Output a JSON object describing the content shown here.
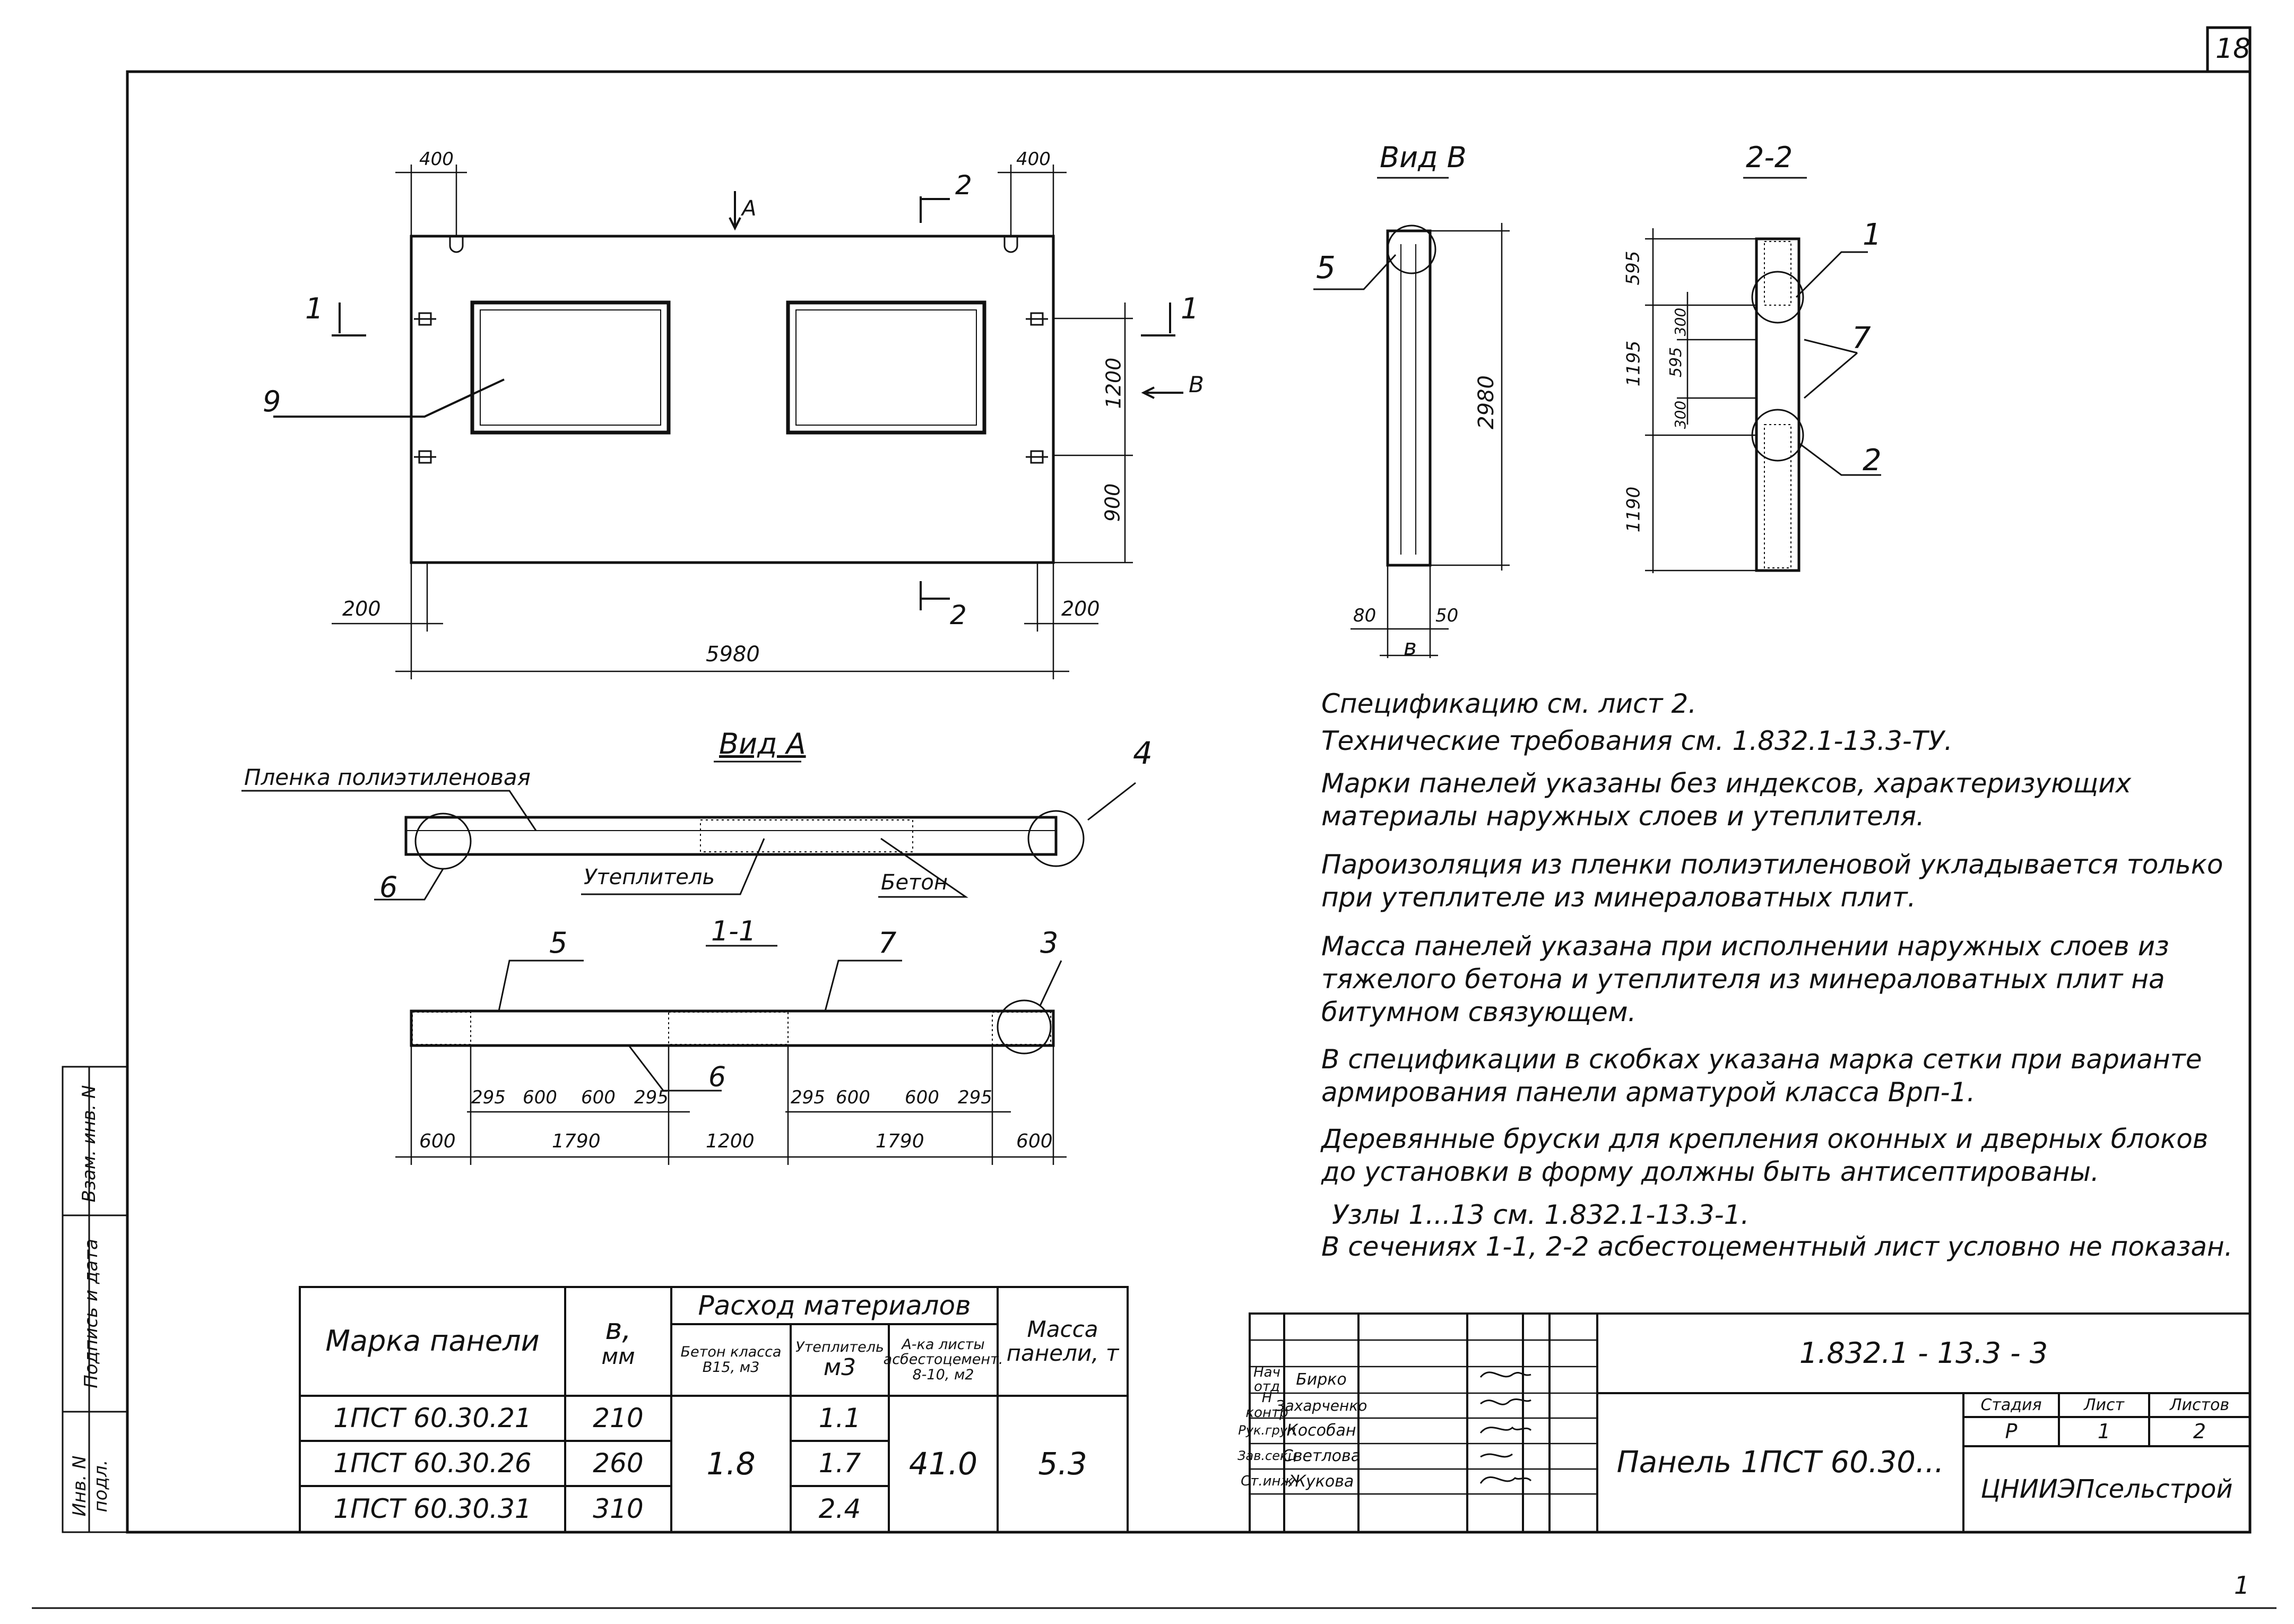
{
  "sheet": {
    "page_number": "18",
    "bottom_right_mark": "1",
    "document_code": "1.832.1 - 13.3 - 3",
    "title": "Панель 1ПСТ 60.30...",
    "organization": "ЦНИИЭПсельстрой",
    "stage_header": "Стадия",
    "sheet_header": "Лист",
    "sheets_header": "Листов",
    "stage": "Р",
    "sheet": "1",
    "sheets": "2",
    "signatures": [
      {
        "role": "Нач отд",
        "name": "Бирко"
      },
      {
        "role": "Н контр",
        "name": "Захарченко"
      },
      {
        "role": "Рук.груп",
        "name": "Кособан"
      },
      {
        "role": "Зав.секц",
        "name": "Светлова"
      },
      {
        "role": "Ст.инж",
        "name": "Жукова"
      }
    ],
    "left_strip": [
      "Инв. N подл.",
      "Подпись и дата",
      "Взам. инв. N"
    ]
  },
  "views": {
    "front": {
      "dims": {
        "top_left": "400",
        "top_right": "400",
        "opening_h": "1200",
        "bottom_h": "900",
        "left_edge": "200",
        "right_edge": "200",
        "total": "5980"
      },
      "labels": {
        "arrow_a": "A",
        "sec1_left": "1",
        "sec1_right": "1",
        "sec2_top": "2",
        "sec2_bottom": "2",
        "arrow_b": "B",
        "callout_9": "9"
      }
    },
    "view_a": {
      "title": "Вид А",
      "film_label": "Пленка полиэтиленовая",
      "insulation_label": "Утеплитель",
      "concrete_label": "Бетон",
      "callout_4": "4",
      "callout_6": "6"
    },
    "section_1_1": {
      "title": "1-1",
      "callouts": {
        "c5": "5",
        "c7": "7",
        "c3": "3",
        "c6": "6"
      },
      "dims_upper": [
        "295",
        "600",
        "600",
        "295",
        "295",
        "600",
        "600",
        "295"
      ],
      "dims_lower": [
        "600",
        "1790",
        "1200",
        "1790",
        "600"
      ]
    },
    "view_b": {
      "title": "Вид В",
      "callout_5": "5",
      "height": "2980",
      "dim_left": "80",
      "dim_right": "50",
      "dim_b": "в"
    },
    "section_2_2": {
      "title": "2-2",
      "dims": [
        "595",
        "1195",
        "595",
        "300",
        "300",
        "1190"
      ],
      "callouts": {
        "c1": "1",
        "c7": "7",
        "c2": "2"
      }
    }
  },
  "notes": [
    "Спецификацию см. лист 2.",
    "Технические требования см. 1.832.1-13.3-ТУ.",
    "Марки панелей указаны без индексов, характеризующих материалы наружных слоев и утеплителя.",
    "Пароизоляция из пленки полиэтиленовой укладывается только при утеплителе из минераловатных плит.",
    "Масса панелей указана при исполнении наружных слоев из тяжелого бетона и утеплителя из минераловатных плит на битумном связующем.",
    "В спецификации в скобках указана марка сетки при варианте армирования панели арматурой класса Врп-1.",
    "Деревянные бруски для крепления оконных и дверных блоков до установки в форму должны быть антисептированы.",
    "Узлы 1...13 см. 1.832.1-13.3-1.",
    "В сечениях 1-1, 2-2 асбестоцементный лист условно не показан."
  ],
  "spec_table": {
    "header_mark": "Марка панели",
    "header_b": "в,",
    "header_b_unit": "мм",
    "header_materials": "Расход материалов",
    "header_concrete": "Бетон класса В15, м3",
    "header_insulation": "Утеплитель",
    "header_insulation_unit": "м3",
    "header_asbestos": "А-ка листы асбестоцемент. 8-10, м2",
    "header_mass": "Масса панели, т",
    "rows": [
      {
        "mark": "1ПСТ 60.30.21",
        "b": "210",
        "insulation": "1.1"
      },
      {
        "mark": "1ПСТ 60.30.26",
        "b": "260",
        "insulation": "1.7"
      },
      {
        "mark": "1ПСТ 60.30.31",
        "b": "310",
        "insulation": "2.4"
      }
    ],
    "concrete": "1.8",
    "asbestos": "41.0",
    "mass": "5.3"
  }
}
